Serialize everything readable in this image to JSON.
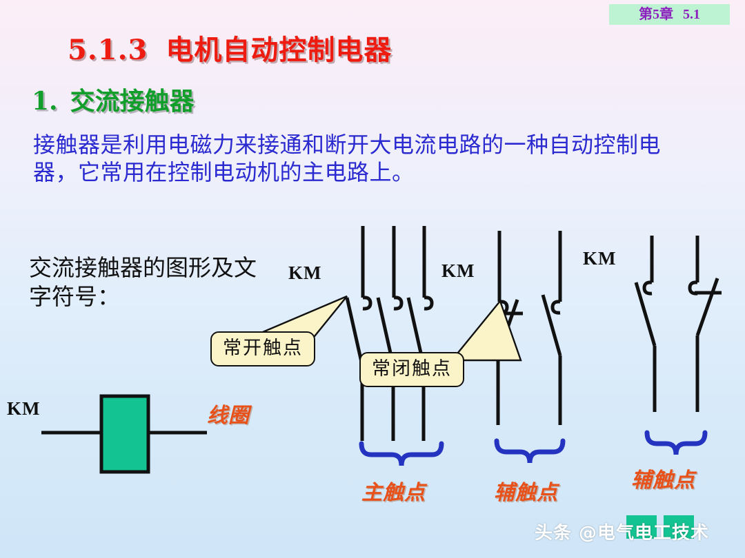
{
  "header": {
    "badge_chapter": "第5章",
    "badge_section": "5.1",
    "badge_bg": "#bdf2d2",
    "badge_color": "#8c1fbe"
  },
  "title": {
    "number": "5.1.3",
    "text": "电机自动控制电器",
    "color": "#ee1c10"
  },
  "subtitle": {
    "number": "1.",
    "text": "交流接触器",
    "color": "#129e2b"
  },
  "body": {
    "paragraph": "接触器是利用电磁力来接通和断开大电流电路的一种自动控制电器，它常用在控制电动机的主电路上。",
    "paragraph_color": "#2a2ad0",
    "figure_caption": "交流接触器的图形及文字符号："
  },
  "diagram": {
    "km_labels": {
      "main": "KM",
      "aux_group1": "KM",
      "aux_group2": "KM",
      "coil": "KM"
    },
    "callouts": [
      {
        "id": "normally-open",
        "text": "常开触点"
      },
      {
        "id": "normally-closed",
        "text": "常闭触点"
      }
    ],
    "callout_fill": "#fbf4c8",
    "callout_stroke": "#111111",
    "group_labels": [
      {
        "id": "main-contacts",
        "text": "主触点"
      },
      {
        "id": "aux-contacts-1",
        "text": "辅触点"
      },
      {
        "id": "aux-contacts-2",
        "text": "辅触点"
      }
    ],
    "coil_label": "线圈",
    "coil_fill": "#13c392",
    "brace_color": "#2434c0",
    "wire_color": "#111111",
    "label_color": "#e8521a"
  },
  "watermark": {
    "text": "头条 @电气电工技术"
  }
}
